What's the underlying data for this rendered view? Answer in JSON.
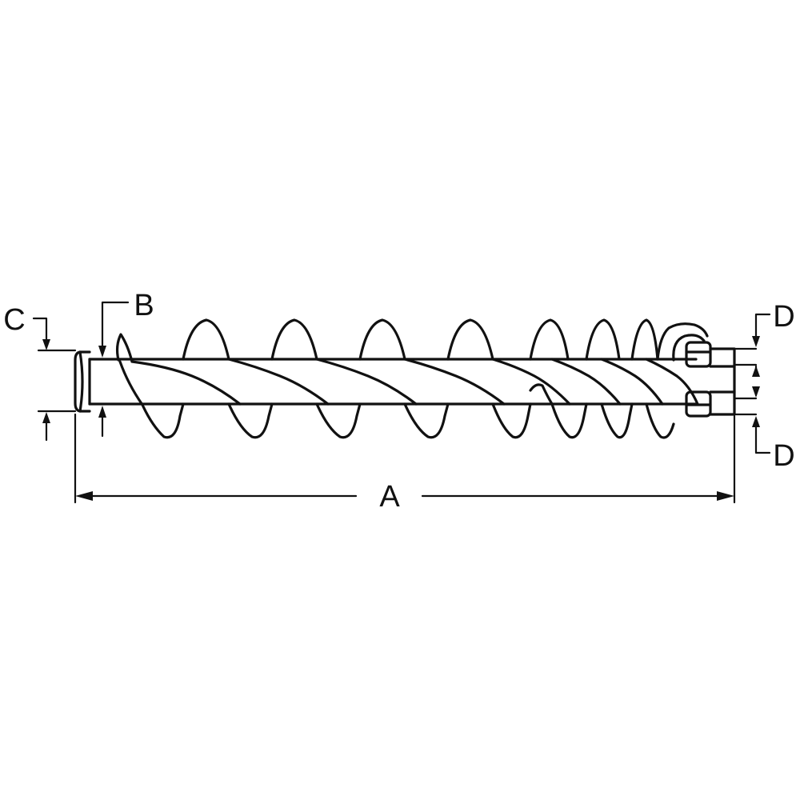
{
  "labels": {
    "a": "A",
    "b": "B",
    "c": "C",
    "d_top": "D",
    "d_bottom": "D"
  },
  "colors": {
    "ink": "#111111",
    "background": "#ffffff"
  }
}
